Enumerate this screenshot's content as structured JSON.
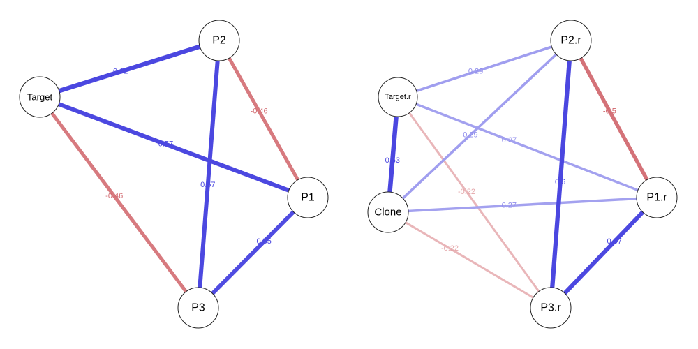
{
  "networks": [
    {
      "nodes": [
        {
          "id": "Target",
          "label": "Target"
        },
        {
          "id": "P2",
          "label": "P2"
        },
        {
          "id": "P1",
          "label": "P1"
        },
        {
          "id": "P3",
          "label": "P3"
        }
      ],
      "edges": [
        {
          "from": "Target",
          "to": "P2",
          "weight": 0.62,
          "label": "0.62"
        },
        {
          "from": "Target",
          "to": "P1",
          "weight": 0.57,
          "label": "0.57"
        },
        {
          "from": "Target",
          "to": "P3",
          "weight": -0.46,
          "label": "-0.46"
        },
        {
          "from": "P2",
          "to": "P1",
          "weight": -0.46,
          "label": "-0.46"
        },
        {
          "from": "P2",
          "to": "P3",
          "weight": 0.57,
          "label": "0.57"
        },
        {
          "from": "P1",
          "to": "P3",
          "weight": 0.55,
          "label": "0.55"
        }
      ]
    },
    {
      "nodes": [
        {
          "id": "Target.r",
          "label": "Target.r"
        },
        {
          "id": "P2.r",
          "label": "P2.r"
        },
        {
          "id": "Clone",
          "label": "Clone"
        },
        {
          "id": "P1.r",
          "label": "P1.r"
        },
        {
          "id": "P3.r",
          "label": "P3.r"
        }
      ],
      "edges": [
        {
          "from": "Target.r",
          "to": "P2.r",
          "weight": 0.29,
          "label": "0.29"
        },
        {
          "from": "Target.r",
          "to": "P1.r",
          "weight": 0.27,
          "label": "0.27"
        },
        {
          "from": "Target.r",
          "to": "Clone",
          "weight": 0.63,
          "label": "0.63"
        },
        {
          "from": "Target.r",
          "to": "P3.r",
          "weight": -0.22,
          "label": "-0.22"
        },
        {
          "from": "Clone",
          "to": "P2.r",
          "weight": 0.29,
          "label": "0.29"
        },
        {
          "from": "Clone",
          "to": "P1.r",
          "weight": 0.27,
          "label": "0.27"
        },
        {
          "from": "Clone",
          "to": "P3.r",
          "weight": -0.22,
          "label": "-0.22"
        },
        {
          "from": "P2.r",
          "to": "P1.r",
          "weight": -0.5,
          "label": "-0.5"
        },
        {
          "from": "P2.r",
          "to": "P3.r",
          "weight": 0.6,
          "label": "0.6"
        },
        {
          "from": "P1.r",
          "to": "P3.r",
          "weight": 0.57,
          "label": "0.57"
        }
      ]
    }
  ],
  "colors": {
    "positive": "#4b47e0",
    "negative": "#d0646a",
    "node_fill": "#ffffff",
    "node_stroke": "#222222"
  }
}
